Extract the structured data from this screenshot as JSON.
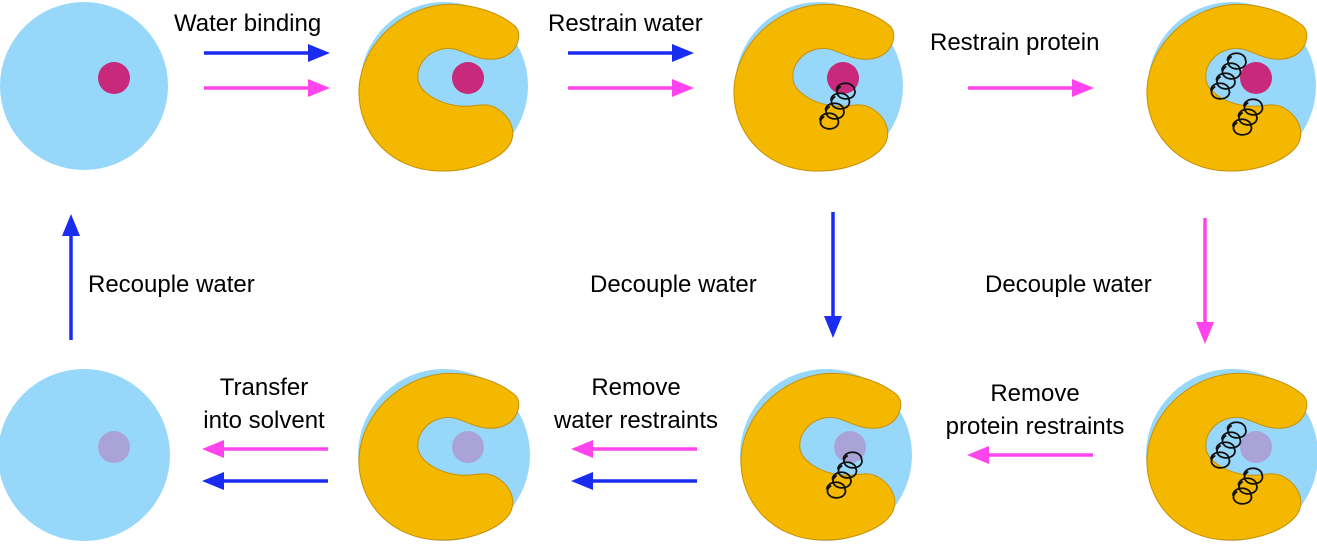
{
  "colors": {
    "water": "#97d7f9",
    "protein": "#f4b800",
    "protein_edge": "#c79000",
    "ligand_coupled": "#c8297a",
    "ligand_decoupled": "#a9a3d8",
    "blue_arrow": "#1a2cf0",
    "magenta_arrow": "#ff44ee",
    "restraint": "#111111"
  },
  "labels": {
    "water_binding": "Water binding",
    "restrain_water": "Restrain water",
    "restrain_protein": "Restrain protein",
    "decouple_water_1": "Decouple water",
    "decouple_water_2": "Decouple water",
    "recouple_water": "Recouple water",
    "remove_protein_restraints_1": "Remove",
    "remove_protein_restraints_2": "protein restraints",
    "remove_water_restraints_1": "Remove",
    "remove_water_restraints_2": "water restraints",
    "transfer_1": "Transfer",
    "transfer_2": "into solvent"
  },
  "states": [
    {
      "id": "ligand-in-water",
      "protein": false,
      "ligand": "coupled",
      "restraint": "none"
    },
    {
      "id": "complex-bound",
      "protein": true,
      "ligand": "coupled",
      "restraint": "none"
    },
    {
      "id": "complex-water-restrained",
      "protein": true,
      "ligand": "coupled",
      "restraint": "water"
    },
    {
      "id": "complex-protein-restrained",
      "protein": true,
      "ligand": "coupled",
      "restraint": "protein"
    },
    {
      "id": "complex-protein-restrained-decoupled",
      "protein": true,
      "ligand": "decoupled",
      "restraint": "protein"
    },
    {
      "id": "complex-water-restrained-decoupled",
      "protein": true,
      "ligand": "decoupled",
      "restraint": "water"
    },
    {
      "id": "complex-decoupled",
      "protein": true,
      "ligand": "decoupled",
      "restraint": "none"
    },
    {
      "id": "ligand-decoupled-in-water",
      "protein": false,
      "ligand": "decoupled",
      "restraint": "none"
    }
  ],
  "arrows": [
    {
      "id": "water-binding-blue",
      "color": "blue"
    },
    {
      "id": "water-binding-magenta",
      "color": "magenta"
    },
    {
      "id": "restrain-water-blue",
      "color": "blue"
    },
    {
      "id": "restrain-water-magenta",
      "color": "magenta"
    },
    {
      "id": "restrain-protein-magenta",
      "color": "magenta"
    },
    {
      "id": "decouple-water-blue",
      "color": "blue"
    },
    {
      "id": "decouple-water-magenta",
      "color": "magenta"
    },
    {
      "id": "remove-protein-restraints-magenta",
      "color": "magenta"
    },
    {
      "id": "remove-water-restraints-magenta",
      "color": "magenta"
    },
    {
      "id": "remove-water-restraints-blue",
      "color": "blue"
    },
    {
      "id": "transfer-magenta",
      "color": "magenta"
    },
    {
      "id": "transfer-blue",
      "color": "blue"
    },
    {
      "id": "recouple-water-blue",
      "color": "blue"
    }
  ]
}
